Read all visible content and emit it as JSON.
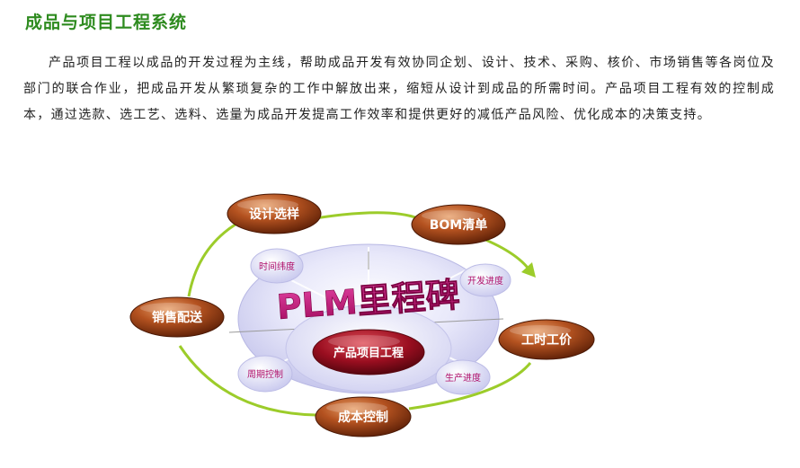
{
  "page": {
    "title": "成品与项目工程系统",
    "paragraph": "产品项目工程以成品的开发过程为主线，帮助成品开发有效协同企划、设计、技术、采购、核价、市场销售等各岗位及部门的联合作业，把成品开发从繁琐复杂的工作中解放出来，缩短从设计到成品的所需时间。产品项目工程有效的控制成本，通过选款、选工艺、选料、选量为成品开发提高工作效率和提供更好的减低产品风险、优化成本的决策支持。"
  },
  "diagram": {
    "banner": "PLM里程碑",
    "center": "产品项目工程",
    "outer_nodes": {
      "design": "设计选样",
      "bom": "BOM清单",
      "sales": "销售配送",
      "labor": "工时工价",
      "cost": "成本控制"
    },
    "inner_nodes": {
      "time": "时间纬度",
      "dev": "开发进度",
      "cycle": "周期控制",
      "prod": "生产进度"
    },
    "colors": {
      "title_green": "#2e8b1f",
      "node_brown": "#8a3a10",
      "banner_magenta": "#c8127a",
      "center_red": "#8c0c1a",
      "arrow_green": "#9ccc2a",
      "platform_lavender": "#d8d8f4",
      "inner_text": "#b0106a"
    }
  }
}
